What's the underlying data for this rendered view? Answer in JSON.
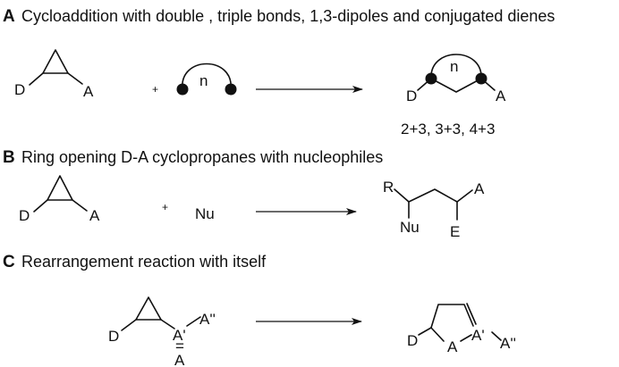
{
  "sections": {
    "a": {
      "letter": "A",
      "title": "Cycloaddition with double , triple bonds, 1,3-dipoles and conjugated dienes",
      "reactant": {
        "donor": "D",
        "acceptor": "A"
      },
      "plus": "+",
      "partner": {
        "n": "n"
      },
      "product": {
        "n": "n",
        "donor": "D",
        "acceptor": "A"
      },
      "note": "2+3, 3+3, 4+3"
    },
    "b": {
      "letter": "B",
      "title": "Ring opening D-A cyclopropanes with nucleophiles",
      "reactant": {
        "donor": "D",
        "acceptor": "A"
      },
      "plus": "+",
      "nucleophile": "Nu",
      "product": {
        "r": "R",
        "nu": "Nu",
        "acceptor": "A",
        "e": "E"
      }
    },
    "c": {
      "letter": "C",
      "title": "Rearrangement reaction with itself",
      "reactant": {
        "donor": "D",
        "a_prime": "A'",
        "a_double_prime": "A''",
        "a": "A",
        "double_bond": "="
      },
      "product": {
        "donor": "D",
        "a": "A",
        "a_prime": "A'",
        "a_double_prime": "A''"
      }
    }
  }
}
